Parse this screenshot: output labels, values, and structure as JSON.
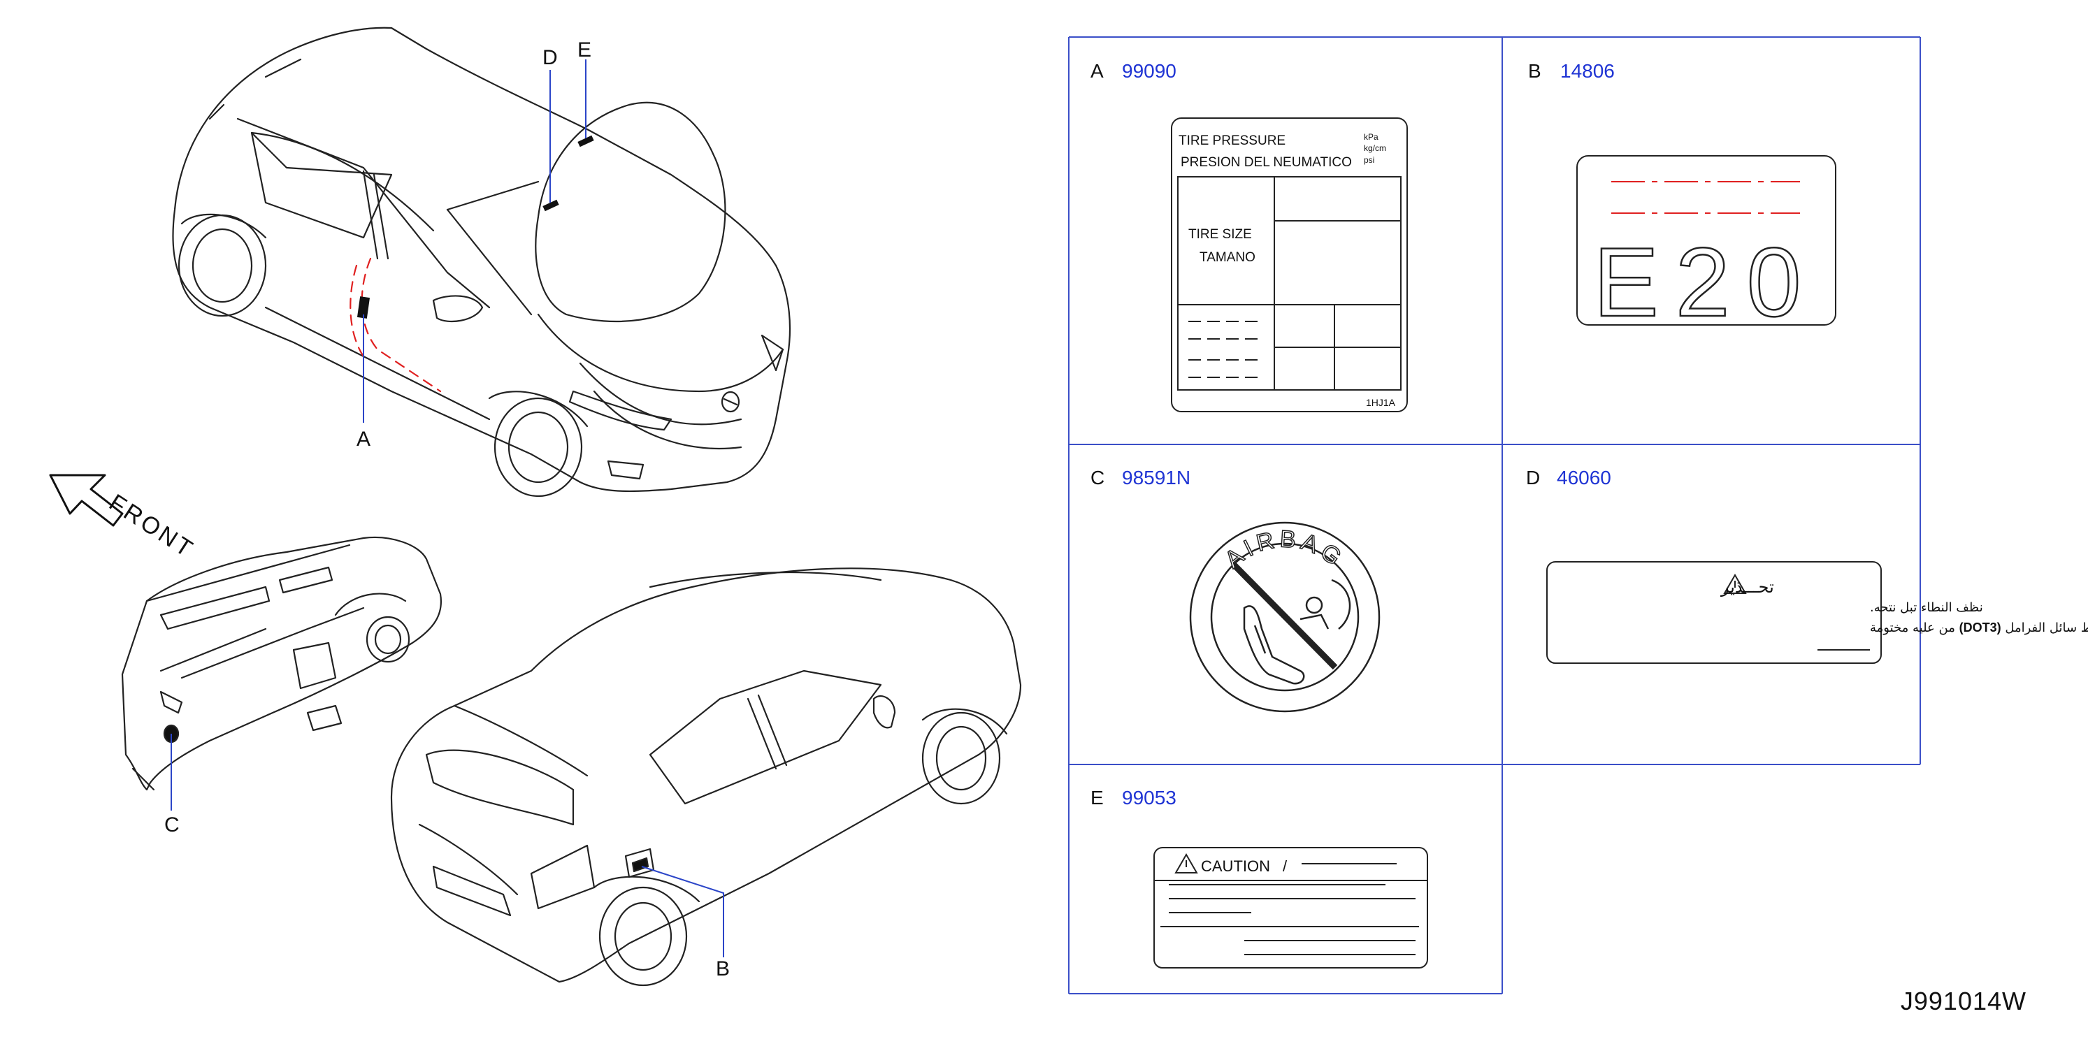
{
  "diagram": {
    "callouts": [
      "A",
      "B",
      "C",
      "D",
      "E"
    ],
    "front_label": "FRONT"
  },
  "labels": [
    {
      "letter": "A",
      "number": "99090"
    },
    {
      "letter": "B",
      "number": "14806"
    },
    {
      "letter": "C",
      "number": "98591N"
    },
    {
      "letter": "D",
      "number": "46060"
    },
    {
      "letter": "E",
      "number": "99053"
    }
  ],
  "tire_label": {
    "line1": "TIRE   PRESSURE",
    "line2": "PRESION   DEL   NEUMATICO",
    "unit1": "kPa",
    "unit2": "kg/cm",
    "unit3": "psi",
    "size1": "TIRE   SIZE",
    "size2": "TAMANO",
    "code": "1HJ1A"
  },
  "fuel_label": {
    "text": "E20"
  },
  "airbag_label": {
    "text": "AIRBAG"
  },
  "brake_label": {
    "title": "تحـــذير",
    "line1": "نظف النطاء تبل نتحه.",
    "line2_pre": "استخدم نتط سائل الفرامل",
    "line2_bold": "(DOT3)",
    "line2_post": "من عليه مختومة"
  },
  "caution_label": {
    "title": "CAUTION",
    "slash": "/"
  },
  "footer": {
    "code": "J991014W"
  },
  "colors": {
    "accent": "#1f34d4",
    "frame": "#3b4fc8",
    "red_dash": "#e02020"
  }
}
